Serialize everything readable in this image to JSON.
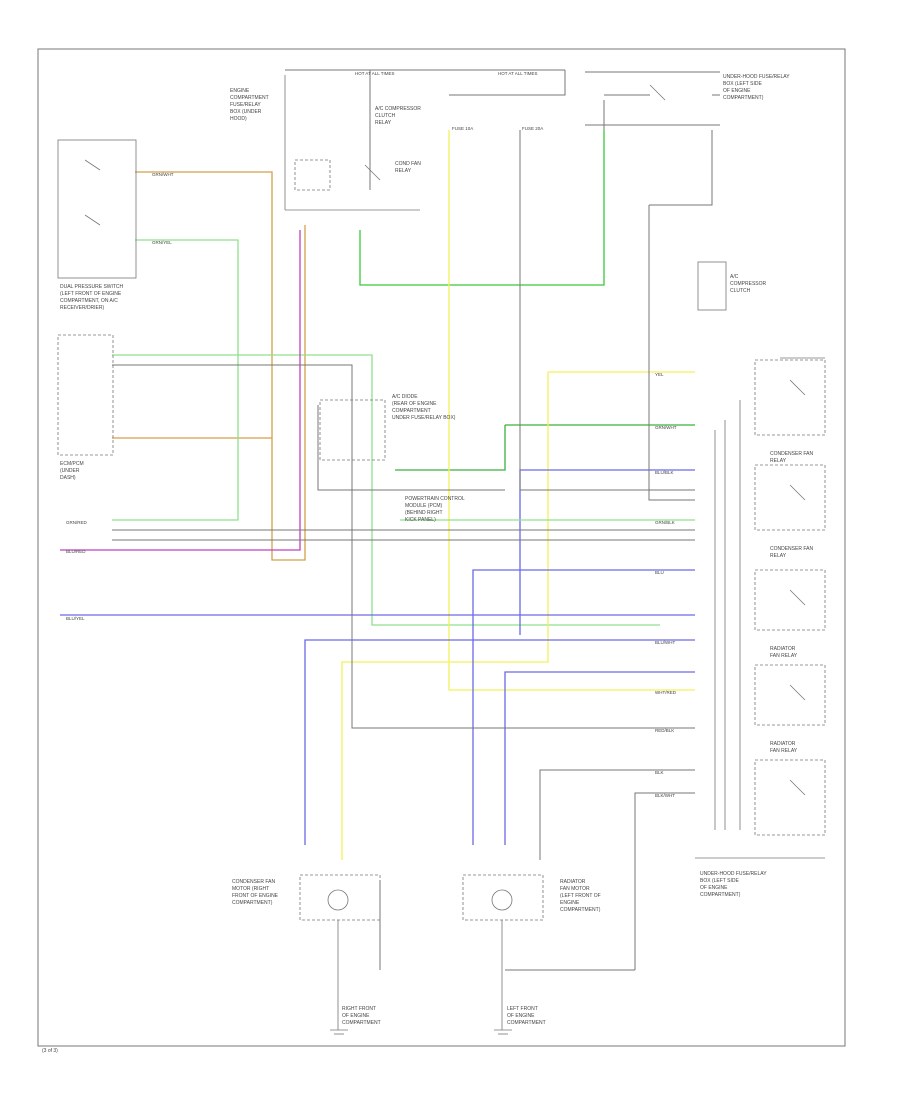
{
  "diagram": {
    "page_id": "(3 of 3)",
    "component_labels": {
      "fuse_box": [
        "ENGINE",
        "COMPARTMENT",
        "FUSE/RELAY",
        "BOX (UNDER",
        "HOOD)"
      ],
      "ac_relay_lbl": [
        "A/C COMPRESSOR",
        "CLUTCH",
        "RELAY"
      ],
      "cond_relay_lbl": [
        "COND FAN",
        "RELAY"
      ],
      "dual_pressure_switch": [
        "DUAL PRESSURE SWITCH",
        "(LEFT FRONT OF ENGINE",
        "COMPARTMENT, ON A/C",
        "RECEIVER/DRIER)"
      ],
      "ecm_pcm": [
        "ECM/PCM",
        "(UNDER",
        "DASH)"
      ],
      "ac_clutch": [
        "A/C",
        "COMPRESSOR",
        "CLUTCH"
      ],
      "diode": [
        "A/C DIODE",
        "(REAR OF ENGINE",
        "COMPARTMENT",
        "UNDER FUSE/RELAY BOX)"
      ],
      "pcm_module": [
        "POWERTRAIN CONTROL",
        "MODULE (PCM)",
        "(BEHIND RIGHT",
        "KICK PANEL)"
      ],
      "cond_fan_motor": [
        "CONDENSER FAN",
        "MOTOR (RIGHT",
        "FRONT OF ENGINE",
        "COMPARTMENT)"
      ],
      "radiator_fan_motor": [
        "RADIATOR",
        "FAN MOTOR",
        "(LEFT FRONT OF",
        "ENGINE",
        "COMPARTMENT)"
      ],
      "ground_1": [
        "RIGHT FRONT",
        "OF ENGINE",
        "COMPARTMENT"
      ],
      "ground_2": [
        "LEFT FRONT",
        "OF ENGINE",
        "COMPARTMENT"
      ],
      "rad_fan_relay_box": [
        "UNDER-HOOD FUSE/RELAY",
        "BOX (LEFT SIDE",
        "OF ENGINE",
        "COMPARTMENT)"
      ],
      "relay_a": [
        "CONDENSER FAN",
        "RELAY"
      ],
      "relay_b": [
        "CONDENSER FAN",
        "RELAY"
      ],
      "relay_c": [
        "RADIATOR",
        "FAN RELAY"
      ],
      "relay_d": [
        "RADIATOR",
        "FAN RELAY"
      ]
    },
    "fuse_labels": [
      "HOT AT ALL TIMES",
      "HOT AT ALL TIMES",
      "FUSE 10A",
      "FUSE 20A"
    ],
    "wire_labels": [
      "GRN/WHT",
      "GRN/YEL",
      "BLU",
      "BLU/YEL",
      "BLU/RED",
      "GRN/RED",
      "YEL",
      "BLU/BLK",
      "BLU/WHT",
      "RED/BLK",
      "GRN/WHT",
      "BLK",
      "BLK/WHT",
      "GRN/BLK",
      "WHT/RED"
    ]
  }
}
